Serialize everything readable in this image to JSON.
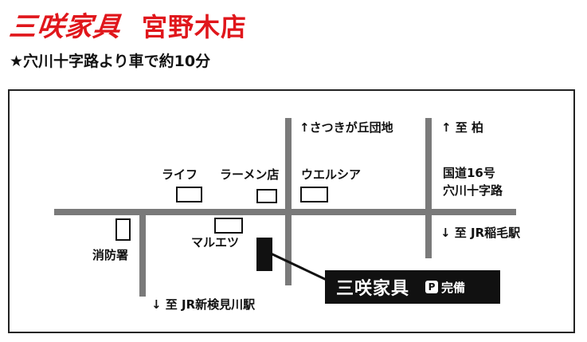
{
  "header": {
    "brand": "三咲家具",
    "branch": "宮野木店"
  },
  "access_note": "★穴川十字路より車で約10分",
  "landmarks": {
    "life": "ライフ",
    "ramen": "ラーメン店",
    "welcia": "ウエルシア",
    "maruetsu": "マルエツ",
    "fire_station": "消防署"
  },
  "directions": {
    "satsukigaoka": "↑さつきが丘団地",
    "kashiwa": "↑ 至 柏",
    "inage": "↓ 至 JR稲毛駅",
    "shinkemigawa": "↓ 至 JR新検見川駅"
  },
  "intersection": {
    "line1": "国道16号",
    "line2": "穴川十字路"
  },
  "store": {
    "name": "三咲家具",
    "parking_badge": "P",
    "parking": "完備"
  },
  "colors": {
    "brand_red": "#e0161b",
    "road": "#7a7a7a",
    "store_block": "#111111"
  }
}
